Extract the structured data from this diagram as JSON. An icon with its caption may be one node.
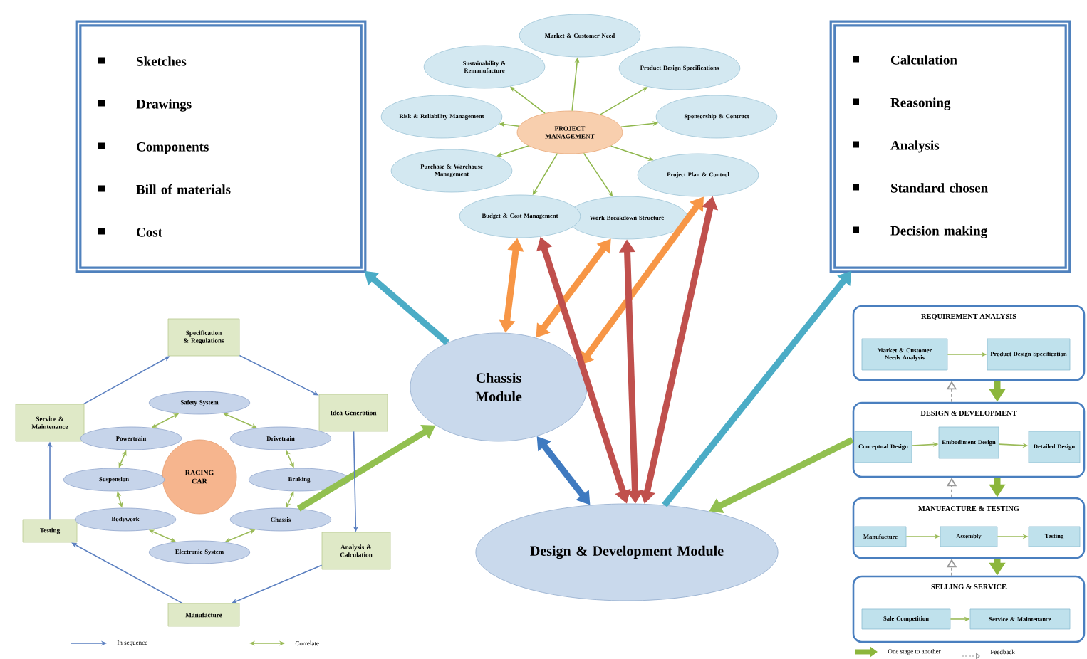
{
  "diagram": {
    "nodes": [
      {
        "text": [
          "Sketches",
          "Drawings",
          "Components",
          "Bill of materials",
          "Cost"
        ]
      },
      {
        "text": [
          "Calculation",
          "Reasoning",
          "Analysis",
          "Standard chosen",
          "Decision making"
        ]
      },
      {
        "text": [
          "PROJECT MANAGEMENT"
        ]
      },
      {
        "text": [
          "Market & Customer Need"
        ]
      },
      {
        "text": [
          "Product Design Specifications"
        ]
      },
      {
        "text": [
          "Sponsorship & Contract"
        ]
      },
      {
        "text": [
          "Project Plan & Control"
        ]
      },
      {
        "text": [
          "Work Breakdown Structure"
        ]
      },
      {
        "text": [
          "Budget & Cost Management"
        ]
      },
      {
        "text": [
          "Purchase & Warehouse Management"
        ]
      },
      {
        "text": [
          "Risk & Reliability Management"
        ]
      },
      {
        "text": [
          "Sustainability & Remanufacture"
        ]
      },
      {
        "text": [
          "Chassis Module"
        ]
      },
      {
        "text": [
          "Design & Development Module"
        ]
      },
      {
        "text": [
          "Specification & Regulations"
        ]
      },
      {
        "text": [
          "Idea Generation"
        ]
      },
      {
        "text": [
          "Analysis & Calculation"
        ]
      },
      {
        "text": [
          "Manufacture"
        ]
      },
      {
        "text": [
          "Testing"
        ]
      },
      {
        "text": [
          "Service & Maintenance"
        ]
      },
      {
        "text": [
          "RACING CAR"
        ]
      },
      {
        "text": [
          "Safety System"
        ]
      },
      {
        "text": [
          "Drivetrain"
        ]
      },
      {
        "text": [
          "Braking"
        ]
      },
      {
        "text": [
          "Chassis"
        ]
      },
      {
        "text": [
          "Electronic System"
        ]
      },
      {
        "text": [
          "Bodywork"
        ]
      },
      {
        "text": [
          "Suspension"
        ]
      },
      {
        "text": [
          "Powertrain"
        ]
      },
      {
        "text": [
          "REQUIREMENT ANALYSIS"
        ]
      },
      {
        "text": [
          "Market & Customer Needs Analysis"
        ],
        "in": 29
      },
      {
        "text": [
          "Product Design Specification"
        ],
        "in": 29
      },
      {
        "text": [
          "DESIGN & DEVELOPMENT"
        ]
      },
      {
        "text": [
          "Conceptual Design"
        ],
        "in": 32
      },
      {
        "text": [
          "Embodiment Design"
        ],
        "in": 32
      },
      {
        "text": [
          "Detailed Design"
        ],
        "in": 32
      },
      {
        "text": [
          "MANUFACTURE & TESTING"
        ]
      },
      {
        "text": [
          "Manufacture"
        ],
        "in": 36
      },
      {
        "text": [
          "Assembly"
        ],
        "in": 36
      },
      {
        "text": [
          "Testing"
        ],
        "in": 36
      },
      {
        "text": [
          "SELLING & SERVICE"
        ]
      },
      {
        "text": [
          "Sale Competition"
        ],
        "in": 40
      },
      {
        "text": [
          "Service & Maintenance"
        ],
        "in": 40
      }
    ],
    "edges": [
      {
        "from": 2,
        "to": 3,
        "arrow": "to",
        "color": "#8fb74c"
      },
      {
        "from": 2,
        "to": 4,
        "arrow": "to",
        "color": "#8fb74c"
      },
      {
        "from": 2,
        "to": 5,
        "arrow": "to",
        "color": "#8fb74c"
      },
      {
        "from": 2,
        "to": 6,
        "arrow": "to",
        "color": "#8fb74c"
      },
      {
        "from": 2,
        "to": 7,
        "arrow": "to",
        "color": "#8fb74c"
      },
      {
        "from": 2,
        "to": 8,
        "arrow": "to",
        "color": "#8fb74c"
      },
      {
        "from": 2,
        "to": 9,
        "arrow": "to",
        "color": "#8fb74c"
      },
      {
        "from": 2,
        "to": 10,
        "arrow": "to",
        "color": "#8fb74c"
      },
      {
        "from": 2,
        "to": 11,
        "arrow": "to",
        "color": "#8fb74c"
      },
      {
        "from": 12,
        "to": 0,
        "arrow": "to",
        "style": "thick",
        "color": "#4bacc6"
      },
      {
        "from": 12,
        "to": 8,
        "arrow": "both",
        "style": "thick",
        "color": "#f79646"
      },
      {
        "from": 12,
        "to": 7,
        "arrow": "both",
        "style": "thick",
        "color": "#f79646"
      },
      {
        "from": 12,
        "to": 6,
        "arrow": "both",
        "style": "thick",
        "color": "#f79646"
      },
      {
        "from": 13,
        "to": 8,
        "arrow": "both",
        "style": "thick",
        "color": "#c0504d"
      },
      {
        "from": 13,
        "to": 7,
        "arrow": "both",
        "style": "thick",
        "color": "#c0504d"
      },
      {
        "from": 13,
        "to": 6,
        "arrow": "both",
        "style": "thick",
        "color": "#c0504d"
      },
      {
        "from": 12,
        "to": 13,
        "arrow": "both",
        "style": "thick",
        "color": "#3f7ac0"
      },
      {
        "from": 13,
        "to": 1,
        "arrow": "to",
        "style": "thick",
        "color": "#4bacc6"
      },
      {
        "from": 24,
        "to": 12,
        "arrow": "to",
        "style": "thick",
        "color": "#92c050"
      },
      {
        "from": 32,
        "to": 13,
        "arrow": "to",
        "style": "thick",
        "color": "#92c050"
      },
      {
        "from": 14,
        "to": 15,
        "arrow": "to",
        "color": "#5a7fc0"
      },
      {
        "from": 15,
        "to": 16,
        "arrow": "to",
        "color": "#5a7fc0"
      },
      {
        "from": 16,
        "to": 17,
        "arrow": "to",
        "color": "#5a7fc0"
      },
      {
        "from": 17,
        "to": 18,
        "arrow": "to",
        "color": "#5a7fc0"
      },
      {
        "from": 18,
        "to": 19,
        "arrow": "to",
        "color": "#5a7fc0"
      },
      {
        "from": 19,
        "to": 14,
        "arrow": "to",
        "color": "#5a7fc0"
      },
      {
        "from": 21,
        "to": 22,
        "arrow": "both",
        "color": "#9bbb59"
      },
      {
        "from": 22,
        "to": 23,
        "arrow": "both",
        "color": "#9bbb59"
      },
      {
        "from": 23,
        "to": 24,
        "arrow": "both",
        "color": "#9bbb59"
      },
      {
        "from": 24,
        "to": 25,
        "arrow": "both",
        "color": "#9bbb59"
      },
      {
        "from": 25,
        "to": 26,
        "arrow": "both",
        "color": "#9bbb59"
      },
      {
        "from": 26,
        "to": 27,
        "arrow": "both",
        "color": "#9bbb59"
      },
      {
        "from": 27,
        "to": 28,
        "arrow": "both",
        "color": "#9bbb59"
      },
      {
        "from": 28,
        "to": 21,
        "arrow": "both",
        "color": "#9bbb59"
      },
      {
        "from": 30,
        "to": 31,
        "arrow": "to",
        "color": "#9bbb59"
      },
      {
        "from": 33,
        "to": 34,
        "arrow": "to",
        "color": "#9bbb59"
      },
      {
        "from": 34,
        "to": 35,
        "arrow": "to",
        "color": "#9bbb59"
      },
      {
        "from": 37,
        "to": 38,
        "arrow": "to",
        "color": "#9bbb59"
      },
      {
        "from": 38,
        "to": 39,
        "arrow": "to",
        "color": "#9bbb59"
      },
      {
        "from": 41,
        "to": 42,
        "arrow": "to",
        "color": "#9bbb59"
      },
      {
        "from": 29,
        "to": 32,
        "arrow": "to",
        "style": "thick",
        "color": "#8cb63c"
      },
      {
        "from": 32,
        "to": 36,
        "arrow": "to",
        "style": "thick",
        "color": "#8cb63c"
      },
      {
        "from": 36,
        "to": 40,
        "arrow": "to",
        "style": "thick",
        "color": "#8cb63c"
      },
      {
        "from": 32,
        "to": 29,
        "arrow": "to",
        "style": "dashed",
        "color": "#999999"
      },
      {
        "from": 36,
        "to": 32,
        "arrow": "to",
        "style": "dashed",
        "color": "#999999"
      },
      {
        "from": 40,
        "to": 36,
        "arrow": "to",
        "style": "dashed",
        "color": "#999999"
      }
    ],
    "legend": [
      {
        "text": "In sequence"
      },
      {
        "text": "Correlate"
      },
      {
        "text": "One stage to another"
      },
      {
        "text": "Feedback"
      }
    ]
  }
}
